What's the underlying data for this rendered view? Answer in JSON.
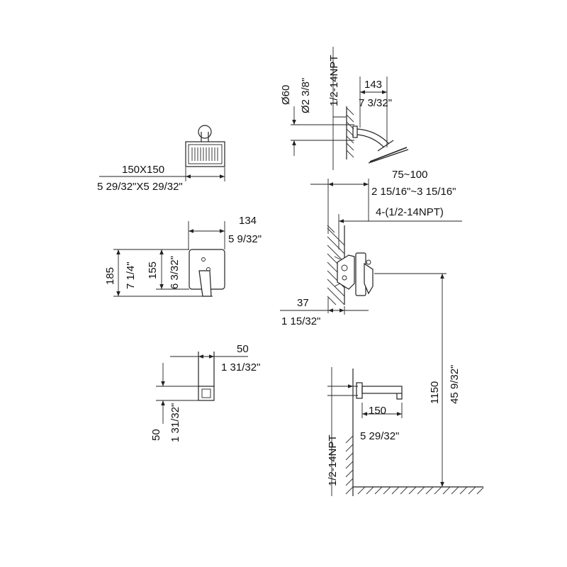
{
  "shower_head_top": {
    "size_mm": "150X150",
    "size_in": "5 29/32\"X5 29/32\""
  },
  "shower_arm": {
    "diameter_mm": "Ø60",
    "diameter_in": "Ø2 3/8\"",
    "thread": "1/2-14NPT",
    "reach_mm": "143",
    "reach_in": "7 3/32\""
  },
  "valve_trim": {
    "width_mm": "134",
    "width_in": "5 9/32\"",
    "height_mm": "185",
    "height_in": "7 1/4\"",
    "inner_mm": "155",
    "inner_in": "6 3/32\""
  },
  "valve_body": {
    "depth_range_mm": "75~100",
    "depth_range_in": "2 15/16\"~3 15/16\"",
    "connections": "4-(1/2-14NPT)",
    "offset_mm": "37",
    "offset_in": "1 15/32\""
  },
  "spout_top": {
    "width_mm": "50",
    "width_in": "1 31/32\"",
    "height_mm": "50",
    "height_in": "1 31/32\""
  },
  "spout_side": {
    "length_mm": "150",
    "length_in": "5 29/32\"",
    "thread": "1/2-14NPT"
  },
  "install_height": {
    "height_mm": "1150",
    "height_in": "45 9/32\""
  }
}
